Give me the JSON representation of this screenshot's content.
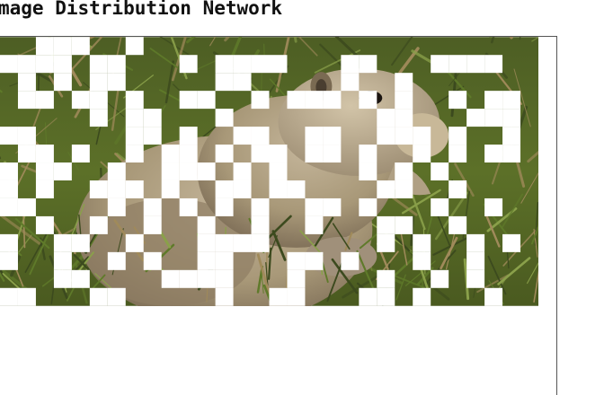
{
  "heading": "mage Distribution Network",
  "image": {
    "subject": "ground squirrel in grass",
    "tile_size": 20,
    "columns": 30,
    "rows": 15,
    "missing_tiles": [
      "..###..#.....................",
      "####.##...#.####...##...####.",
      ".#.#.##.....##.....#..#......",
      ".##.##.#..##..#.###.#.#..#.##",
      ".....#.##...#........##...###",
      "##.....##.#..##..##..###.#..#",
      ".##.#..#.##.#.##.##.#..#.#.##",
      "#.##..#..###.#.#....#.#.#....",
      "#.#..###.#..##.##....##..#...",
      "##....#.#.#.#.#..##.#...#..#.",
      "..#..#..#..#..#..#...##..#...",
      "#..##..#...####......#.#..#.#",
      "#..#..#.#..##...##.#...#..#..",
      "...##....####...#....#..#.#..",
      "##...##.....#..##...##.#...#."
    ],
    "palette": {
      "grass_dark": "#3c4a1e",
      "grass_mid": "#5f7a2a",
      "grass_light": "#8aa04a",
      "dry_straw": "#a08a5a",
      "fur_light": "#b8a88e",
      "fur_mid": "#9a8a70",
      "fur_shadow": "#6e604c",
      "eye": "#1a1410"
    }
  }
}
